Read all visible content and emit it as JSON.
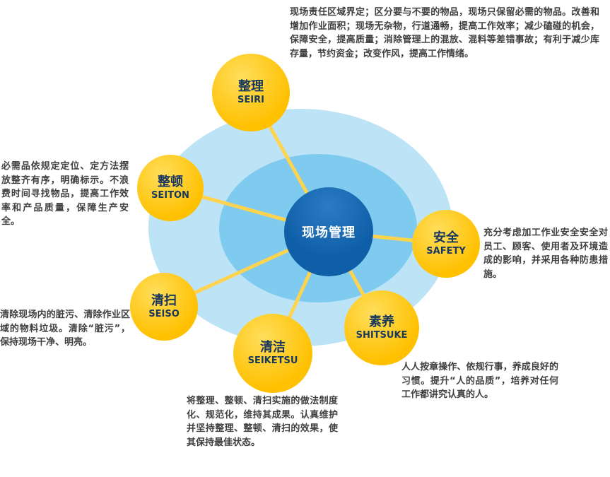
{
  "center": {
    "label": "现场管理"
  },
  "nodes": [
    {
      "zh": "整理",
      "en": "SEIRI"
    },
    {
      "zh": "整顿",
      "en": "SEITON"
    },
    {
      "zh": "清扫",
      "en": "SEISO"
    },
    {
      "zh": "清洁",
      "en": "SEIKETSU"
    },
    {
      "zh": "素养",
      "en": "SHITSUKE"
    },
    {
      "zh": "安全",
      "en": "SAFETY"
    }
  ],
  "descriptions": {
    "seiri": "现场责任区域界定；区分要与不要的物品，现场只保留必需的物品。改善和增加作业面积；现场无杂物，行道通畅，提高工作效率；减少磕碰的机会，保障安全，提高质量；消除管理上的混放、混料等差错事故；有利于减少库存量，节约资金；改变作风，提高工作情绪。",
    "seiton": "必需品依规定定位、定方法摆放整齐有序，明确标示。不浪费时间寻找物品，提高工作效率和产品质量，保障生产安全。",
    "seiso": "清除现场内的脏污、清除作业区域的物料垃圾。清除“脏污”，保持现场干净、明亮。",
    "seiketsu": "将整理、整顿、清扫实施的做法制度化、规范化，维持其成果。认真维护并坚持整理、整顿、清扫的效果，使其保持最佳状态。",
    "shitsuke": "人人按章操作、依规行事，养成良好的习惯。提升“人的品质”，培养对任何工作都讲究认真的人。",
    "safety": "充分考虑加工作业安全安全对员工、顾客、使用者及环境造成的影响，并采用各种防患措施。"
  },
  "colors": {
    "circle_yellow": "#FFC000",
    "circle_yellow_light": "#FFDE5C",
    "line_yellow": "#FFD34D",
    "outer_blue": "#BDE3F7",
    "mid_blue": "#7FCBF0",
    "core_blue": "#0E5EA8",
    "core_blue_light": "#2B7BC4",
    "text_dark": "#3F3F3F",
    "node_text": "#17375E"
  }
}
